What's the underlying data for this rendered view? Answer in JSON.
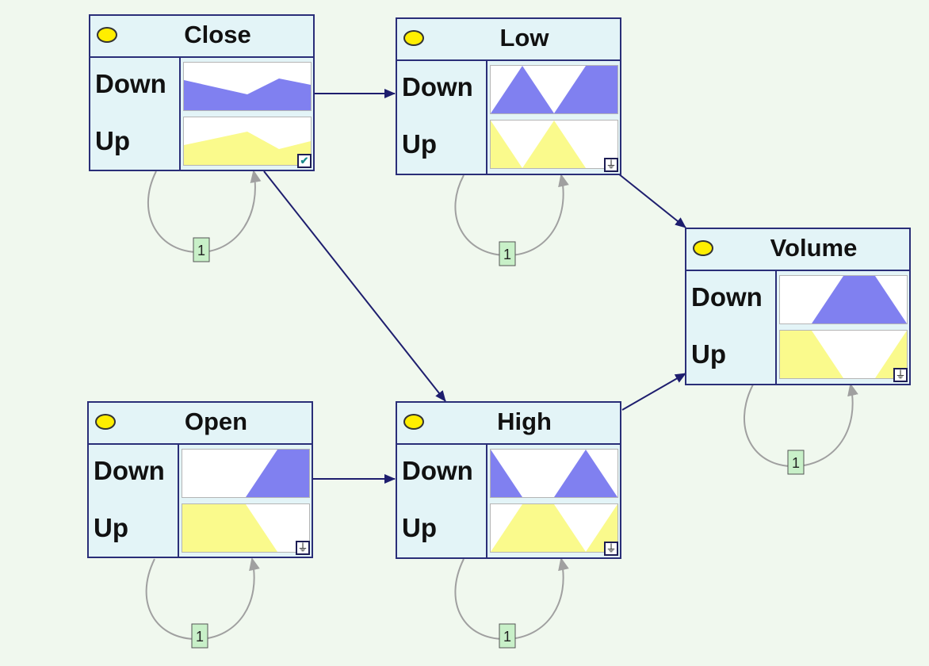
{
  "nodes": {
    "close": {
      "title": "Close",
      "states": [
        "Down",
        "Up"
      ],
      "badge": "check-icon"
    },
    "low": {
      "title": "Low",
      "states": [
        "Down",
        "Up"
      ],
      "badge": "ground-icon"
    },
    "volume": {
      "title": "Volume",
      "states": [
        "Down",
        "Up"
      ],
      "badge": "ground-icon"
    },
    "open": {
      "title": "Open",
      "states": [
        "Down",
        "Up"
      ],
      "badge": "ground-icon"
    },
    "high": {
      "title": "High",
      "states": [
        "Down",
        "Up"
      ],
      "badge": "ground-icon"
    }
  },
  "loop_label": "1",
  "edges": [
    {
      "from": "Close",
      "to": "Low"
    },
    {
      "from": "Close",
      "to": "High"
    },
    {
      "from": "Open",
      "to": "High"
    },
    {
      "from": "Low",
      "to": "Volume"
    },
    {
      "from": "High",
      "to": "Volume"
    }
  ],
  "colors": {
    "background": "#f0f8ee",
    "node_fill": "#e3f4f7",
    "node_border": "#2a2e78",
    "down_fill": "#8080f0",
    "up_fill": "#fafa8c",
    "edge": "#1e1e6e",
    "loop": "#a0a0a0",
    "loop_label_fill": "#c8f0c8"
  }
}
